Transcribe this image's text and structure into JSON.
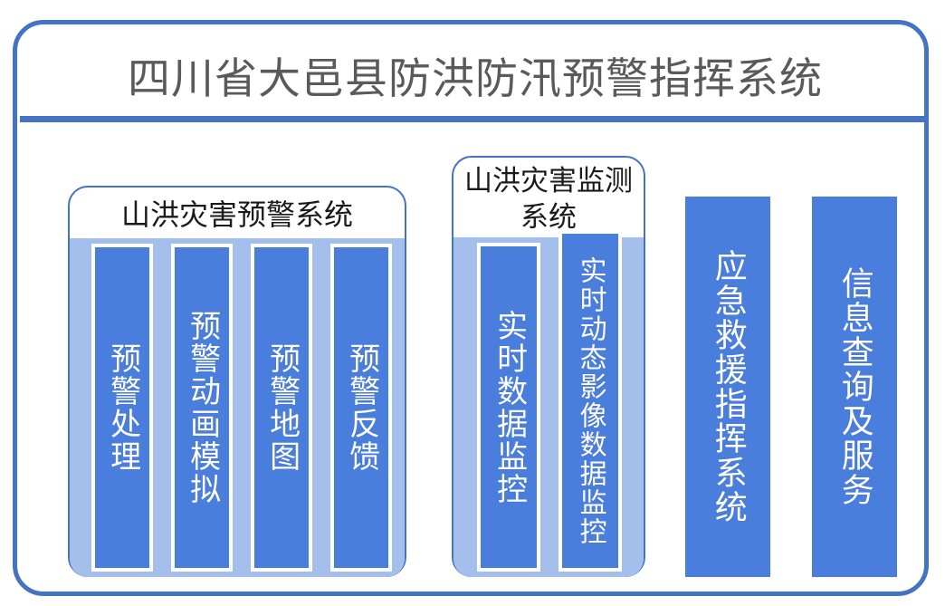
{
  "header": {
    "title": "四川省大邑县防洪防汛预警指挥系统"
  },
  "panels": [
    {
      "id": "warning-system",
      "title": "山洪灾害预警系统",
      "columns": [
        {
          "label": "预警处理"
        },
        {
          "label": "预警动画模拟"
        },
        {
          "label": "预警地图"
        },
        {
          "label": "预警反馈"
        }
      ]
    },
    {
      "id": "monitoring-system",
      "title": "山洪灾害监测系统",
      "columns": [
        {
          "label": "实时数据监控"
        },
        {
          "label": "实时动态影像数据监控"
        }
      ]
    }
  ],
  "standalone_columns": [
    {
      "id": "emergency-command",
      "label": "应急救援指挥系统"
    },
    {
      "id": "information-service",
      "label": "信息查询及服务"
    }
  ],
  "colors": {
    "frame_border": "#4472C4",
    "divider": "#4472C4",
    "panel_body_fill": "#A5BFEC",
    "column_fill": "#4A7EDC",
    "column_border": "#FFFFFF",
    "title_text": "#5A5A5A",
    "panel_title_text": "#1A1A1A",
    "column_text": "#FFFFFF"
  }
}
